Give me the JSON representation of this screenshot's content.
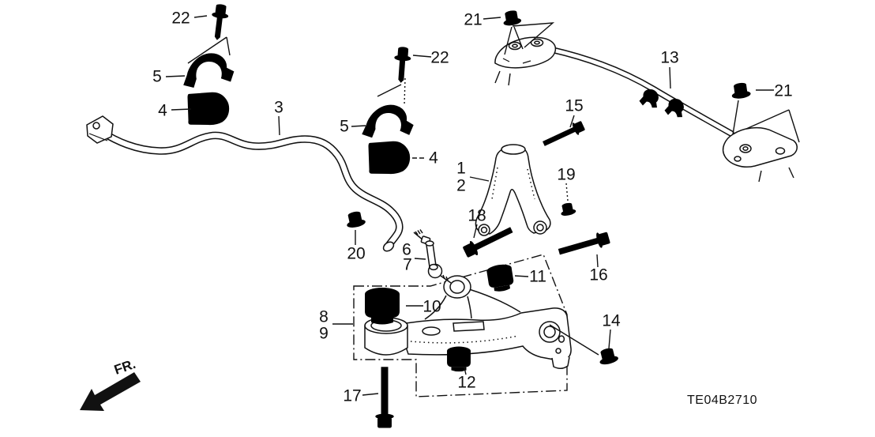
{
  "diagram": {
    "code": "TE04B2710",
    "direction_label": "FR.",
    "callouts": [
      {
        "ref": "22"
      },
      {
        "ref": "5"
      },
      {
        "ref": "4"
      },
      {
        "ref": "3"
      },
      {
        "ref": "22"
      },
      {
        "ref": "5"
      },
      {
        "ref": "4"
      },
      {
        "ref": "21"
      },
      {
        "ref": "13"
      },
      {
        "ref": "21"
      },
      {
        "ref": "15"
      },
      {
        "ref": "1"
      },
      {
        "ref": "2"
      },
      {
        "ref": "19"
      },
      {
        "ref": "18"
      },
      {
        "ref": "16"
      },
      {
        "ref": "20"
      },
      {
        "ref": "6"
      },
      {
        "ref": "7"
      },
      {
        "ref": "11"
      },
      {
        "ref": "10"
      },
      {
        "ref": "8"
      },
      {
        "ref": "9"
      },
      {
        "ref": "14"
      },
      {
        "ref": "12"
      },
      {
        "ref": "17"
      }
    ]
  }
}
